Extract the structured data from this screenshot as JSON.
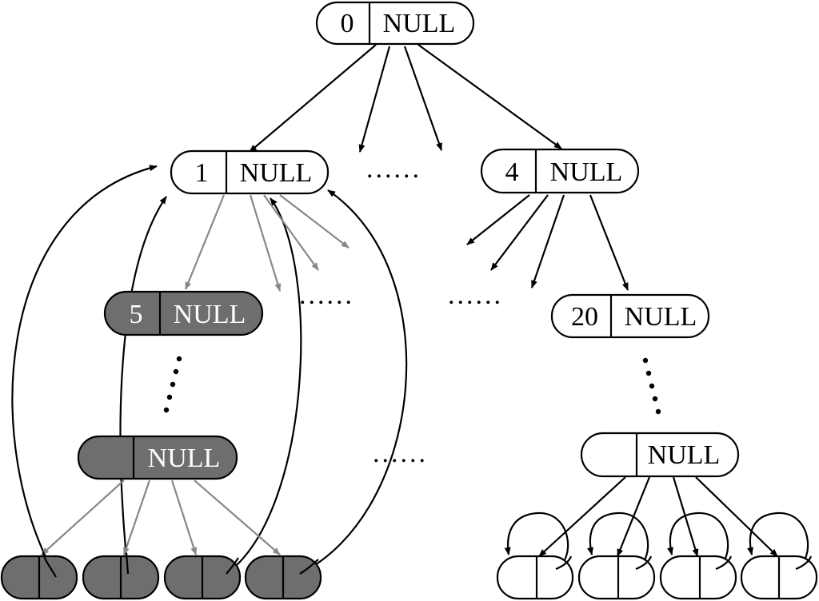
{
  "colors": {
    "ink": "#000000",
    "gray_fill": "#6e6e6e",
    "gray_edge": "#888888",
    "white": "#ffffff"
  },
  "null_label": "NULL",
  "nodes": [
    {
      "id": "n0",
      "key": "0",
      "fill": "white"
    },
    {
      "id": "n1",
      "key": "1",
      "fill": "white"
    },
    {
      "id": "n4",
      "key": "4",
      "fill": "white"
    },
    {
      "id": "n5",
      "key": "5",
      "fill": "gray"
    },
    {
      "id": "n20",
      "key": "20",
      "fill": "white"
    },
    {
      "id": "ng",
      "key": "",
      "fill": "gray"
    },
    {
      "id": "nw",
      "key": "",
      "fill": "white"
    }
  ],
  "leaves": [
    {
      "id": "g1",
      "fill": "gray"
    },
    {
      "id": "g2",
      "fill": "gray"
    },
    {
      "id": "g3",
      "fill": "gray"
    },
    {
      "id": "g4",
      "fill": "gray"
    },
    {
      "id": "w1",
      "fill": "white"
    },
    {
      "id": "w2",
      "fill": "white"
    },
    {
      "id": "w3",
      "fill": "white"
    },
    {
      "id": "w4",
      "fill": "white"
    }
  ],
  "ellipsis": "......",
  "vertical_dots": "....."
}
